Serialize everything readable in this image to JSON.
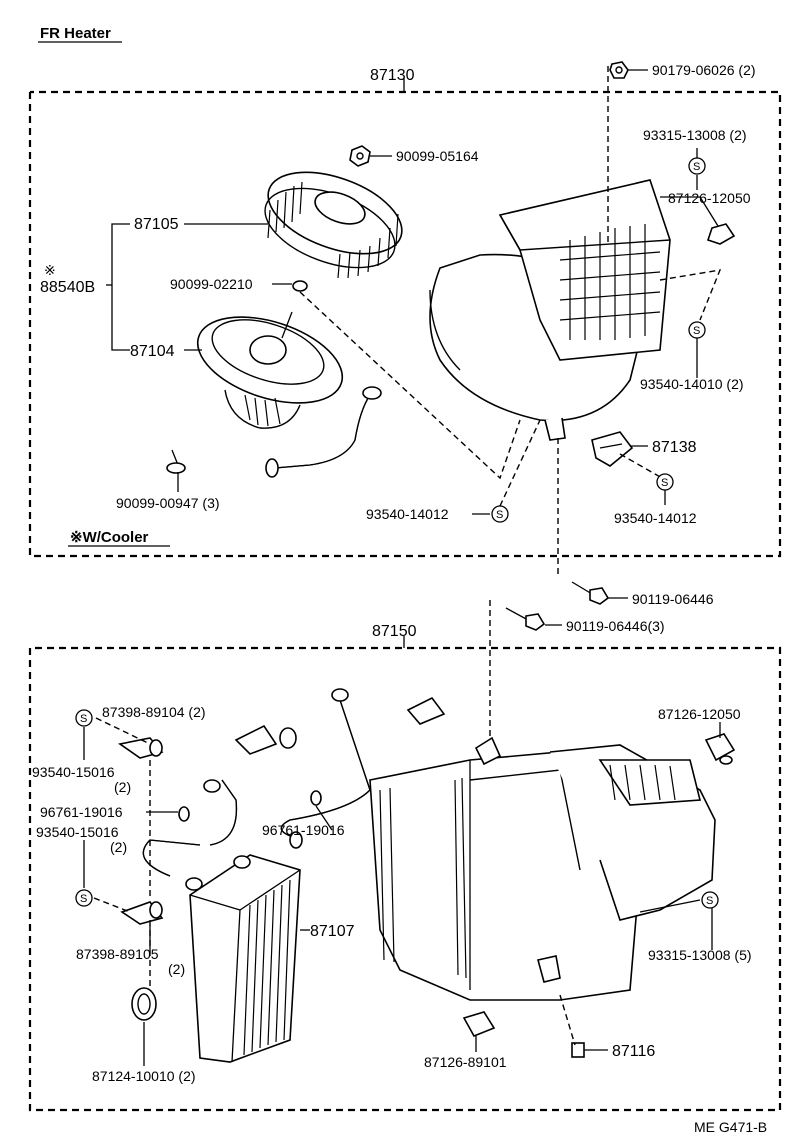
{
  "header": {
    "title": "FR Heater"
  },
  "top_group": {
    "assembly": "87130",
    "note": "※W/Cooler",
    "labels": {
      "p90179": "90179-06026 (2)",
      "p90099_05164": "90099-05164",
      "p93315_top": "93315-13008 (2)",
      "p87126_top": "87126-12050",
      "p87105": "87105",
      "p88540_mark": "※",
      "p88540": "88540B",
      "p90099_02210": "90099-02210",
      "p87104": "87104",
      "p93540_14010": "93540-14010 (2)",
      "p87138": "87138",
      "p90099_00947": "90099-00947 (3)",
      "p93540_14012_a": "93540-14012",
      "p93540_14012_b": "93540-14012"
    },
    "s_mark": "S"
  },
  "bottom_group": {
    "assembly": "87150",
    "labels": {
      "p90119_a": "90119-06446",
      "p90119_b": "90119-06446(3)",
      "p87398_89104": "87398-89104 (2)",
      "p93540_15016_a": "93540-15016",
      "p93540_15016_a_qty": "(2)",
      "p96761_a": "96761-19016",
      "p96761_b": "96761-19016",
      "p93540_15016_b": "93540-15016",
      "p93540_15016_b_qty": "(2)",
      "p87126_12050_b": "87126-12050",
      "p87107": "87107",
      "p93315_bottom": "93315-13008 (5)",
      "p87398_89105": "87398-89105",
      "p87398_89105_qty": "(2)",
      "p87124": "87124-10010 (2)",
      "p87126_89101": "87126-89101",
      "p87116": "87116"
    }
  },
  "footer": {
    "code": "ME G471-B"
  }
}
